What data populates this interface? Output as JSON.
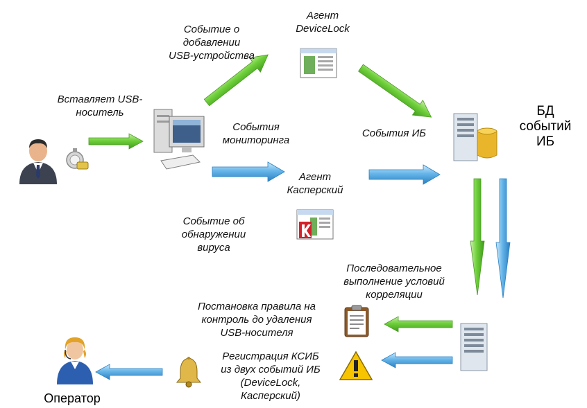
{
  "labels": {
    "event_usb_add": "Событие о\nдобавлении\nUSB-устройства",
    "agent_devicelock": "Агент\nDeviceLock",
    "inserts_usb": "Вставляет USB-\nноситель",
    "monitoring_events": "События\nмониторинга",
    "security_events": "События ИБ",
    "agent_kaspersky": "Агент\nКасперский",
    "virus_detected": "Событие об\nобнаружении\nвируса",
    "sequential_correlation": "Последовательное\nвыполнение условий\nкорреляции",
    "rule_setup": "Постановка правила на\nконтроль до удаления\nUSB-носителя",
    "ksib_registration": "Регистрация КСИБ\nиз двух событий ИБ\n(DeviceLock,\nКасперский)"
  },
  "nodes": {
    "db_title": "БД\nсобытий\nИБ",
    "operator": "Оператор"
  },
  "icons": {
    "user": "user-icon",
    "usb_drive": "usb-drive-icon",
    "computer": "computer-icon",
    "devicelock_window": "devicelock-window-icon",
    "kaspersky_window": "kaspersky-window-icon",
    "database_server": "database-server-icon",
    "correlation_server": "server-icon",
    "clipboard": "clipboard-icon",
    "warning": "warning-icon",
    "bell": "bell-icon",
    "operator": "operator-icon"
  },
  "colors": {
    "green_arrow": "#5fc72f",
    "blue_arrow": "#3a98d8",
    "kaspersky_red": "#d3202a",
    "warning_yellow": "#f6c400"
  }
}
